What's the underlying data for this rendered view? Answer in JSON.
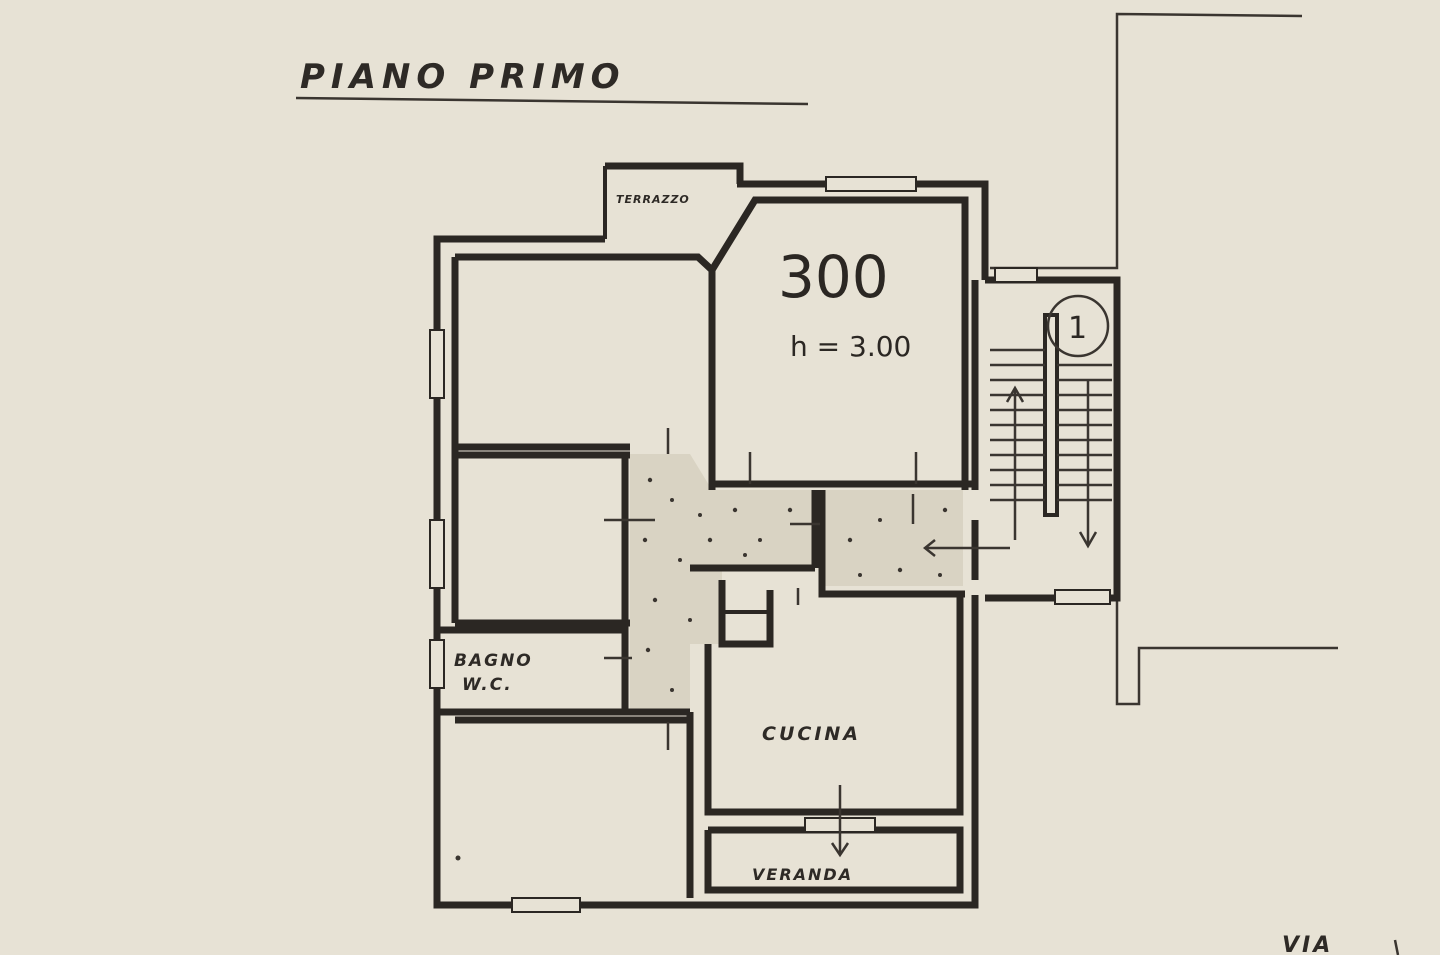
{
  "plan": {
    "floor_title": "PIANO PRIMO",
    "room_number": "300",
    "height_label": "h = 3.00",
    "terrace_label": "TERRAZZO",
    "bathroom_label_line1": "BAGNO",
    "bathroom_label_line2": "W.C.",
    "kitchen_label": "CUCINA",
    "veranda_label": "VERANDA",
    "street_label": "VIA",
    "stair_marker": "1"
  }
}
